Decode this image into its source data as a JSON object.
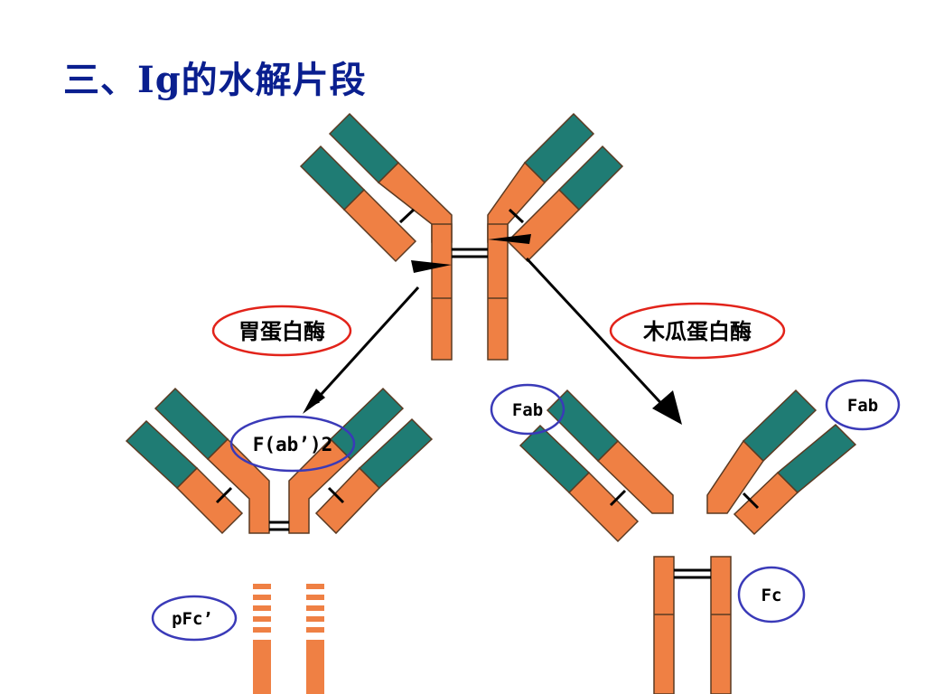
{
  "title": "三、Ig的水解片段",
  "labels": {
    "pepsin": "胃蛋白酶",
    "papain": "木瓜蛋白酶",
    "fab2": "F(ab’)2",
    "pfc": "pFc’",
    "fab_left": "Fab",
    "fab_right": "Fab",
    "fc": "Fc"
  },
  "colors": {
    "heavy_chain": "#ef8044",
    "variable_region": "#1f7c74",
    "outline": "#5a3a22",
    "enzyme_oval": "#e2231a",
    "fragment_oval": "#3a3ab8",
    "title": "#0a1f8f"
  }
}
